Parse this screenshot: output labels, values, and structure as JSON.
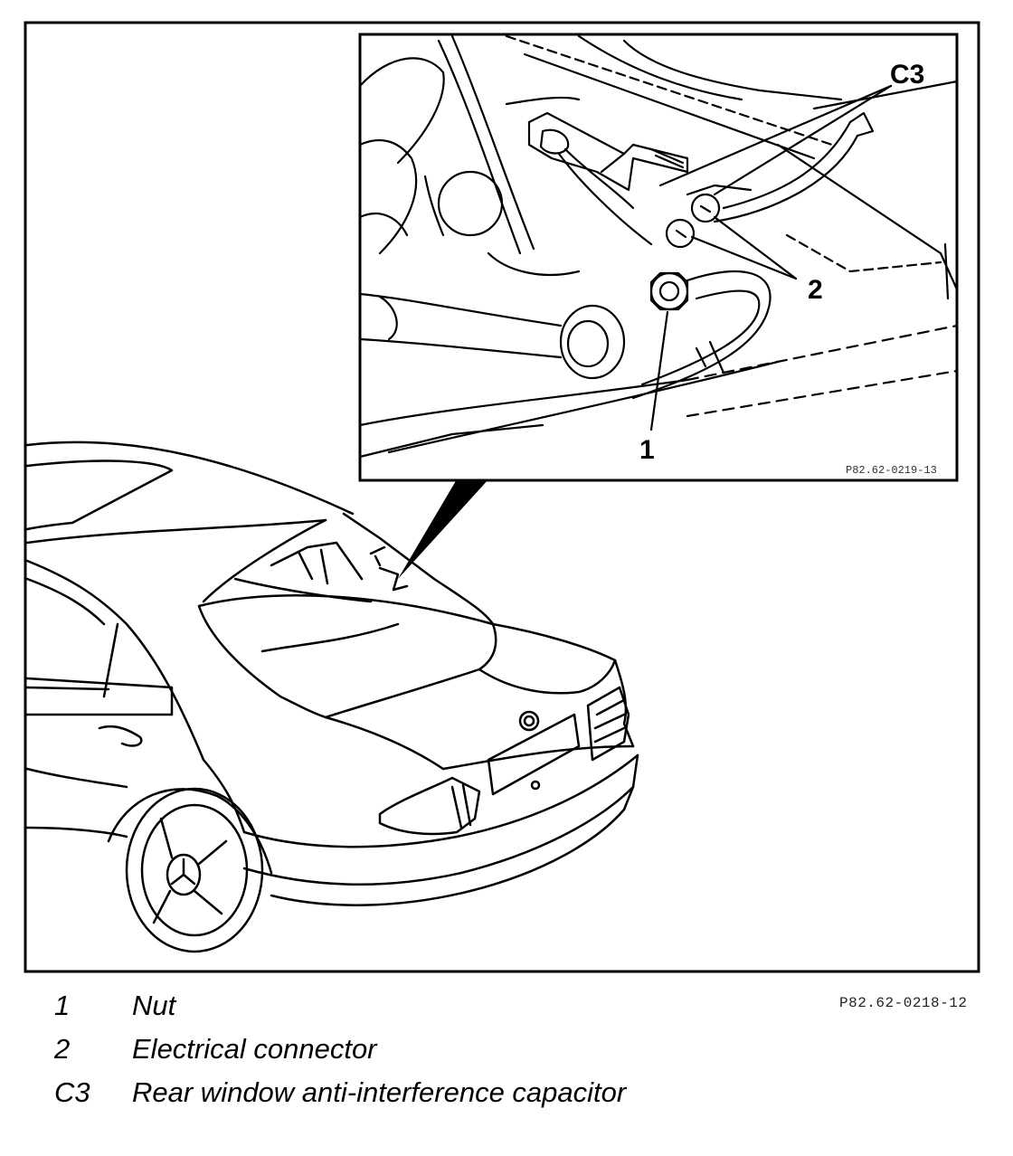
{
  "callouts": {
    "c3": "C3",
    "two": "2",
    "one": "1"
  },
  "inset_code": "P82.62-0219-13",
  "figure_code": "P82.62-0218-12",
  "legend": [
    {
      "key": "1",
      "desc": "Nut"
    },
    {
      "key": "2",
      "desc": "Electrical connector"
    },
    {
      "key": "C3",
      "desc": "Rear window anti-interference capacitor"
    }
  ]
}
